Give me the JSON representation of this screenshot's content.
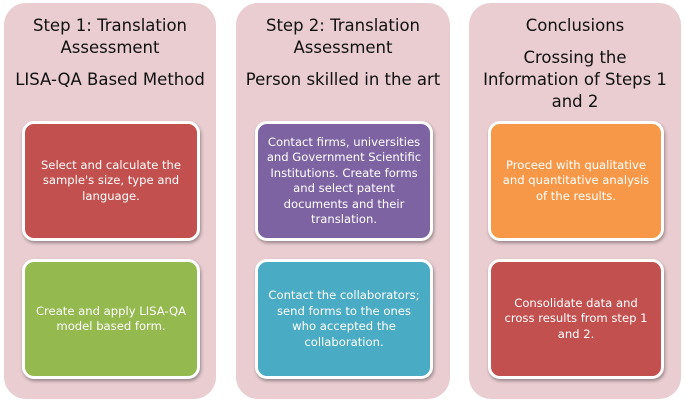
{
  "colors": {
    "column_bg": "#e9cdd1",
    "red": "#c2504e",
    "green": "#94b94e",
    "purple": "#7e63a3",
    "teal": "#4aabc4",
    "orange": "#f69847"
  },
  "columns": [
    {
      "header": [
        "Step 1: Translation",
        "Assessment",
        "",
        "LISA-QA Based Method"
      ],
      "cards": [
        {
          "text": "Select and calculate the sample's size, type and language.",
          "color": "#c2504e"
        },
        {
          "text": "Create and apply LISA-QA model based form.",
          "color": "#94b94e"
        }
      ]
    },
    {
      "header": [
        "Step 2: Translation",
        "Assessment",
        "",
        "Person skilled in the art"
      ],
      "cards": [
        {
          "text": "Contact firms, universities and Government Scientific Institutions. Create forms and select patent documents and their translation.",
          "color": "#7e63a3"
        },
        {
          "text": "Contact the collaborators; send forms to the ones who accepted the collaboration.",
          "color": "#4aabc4"
        }
      ]
    },
    {
      "header": [
        "Conclusions",
        "",
        "Crossing the",
        "Information of Steps 1",
        "and 2"
      ],
      "cards": [
        {
          "text": "Proceed with qualitative and quantitative analysis of the results.",
          "color": "#f69847"
        },
        {
          "text": "Consolidate data and cross results from step 1 and 2.",
          "color": "#c2504e"
        }
      ]
    }
  ]
}
